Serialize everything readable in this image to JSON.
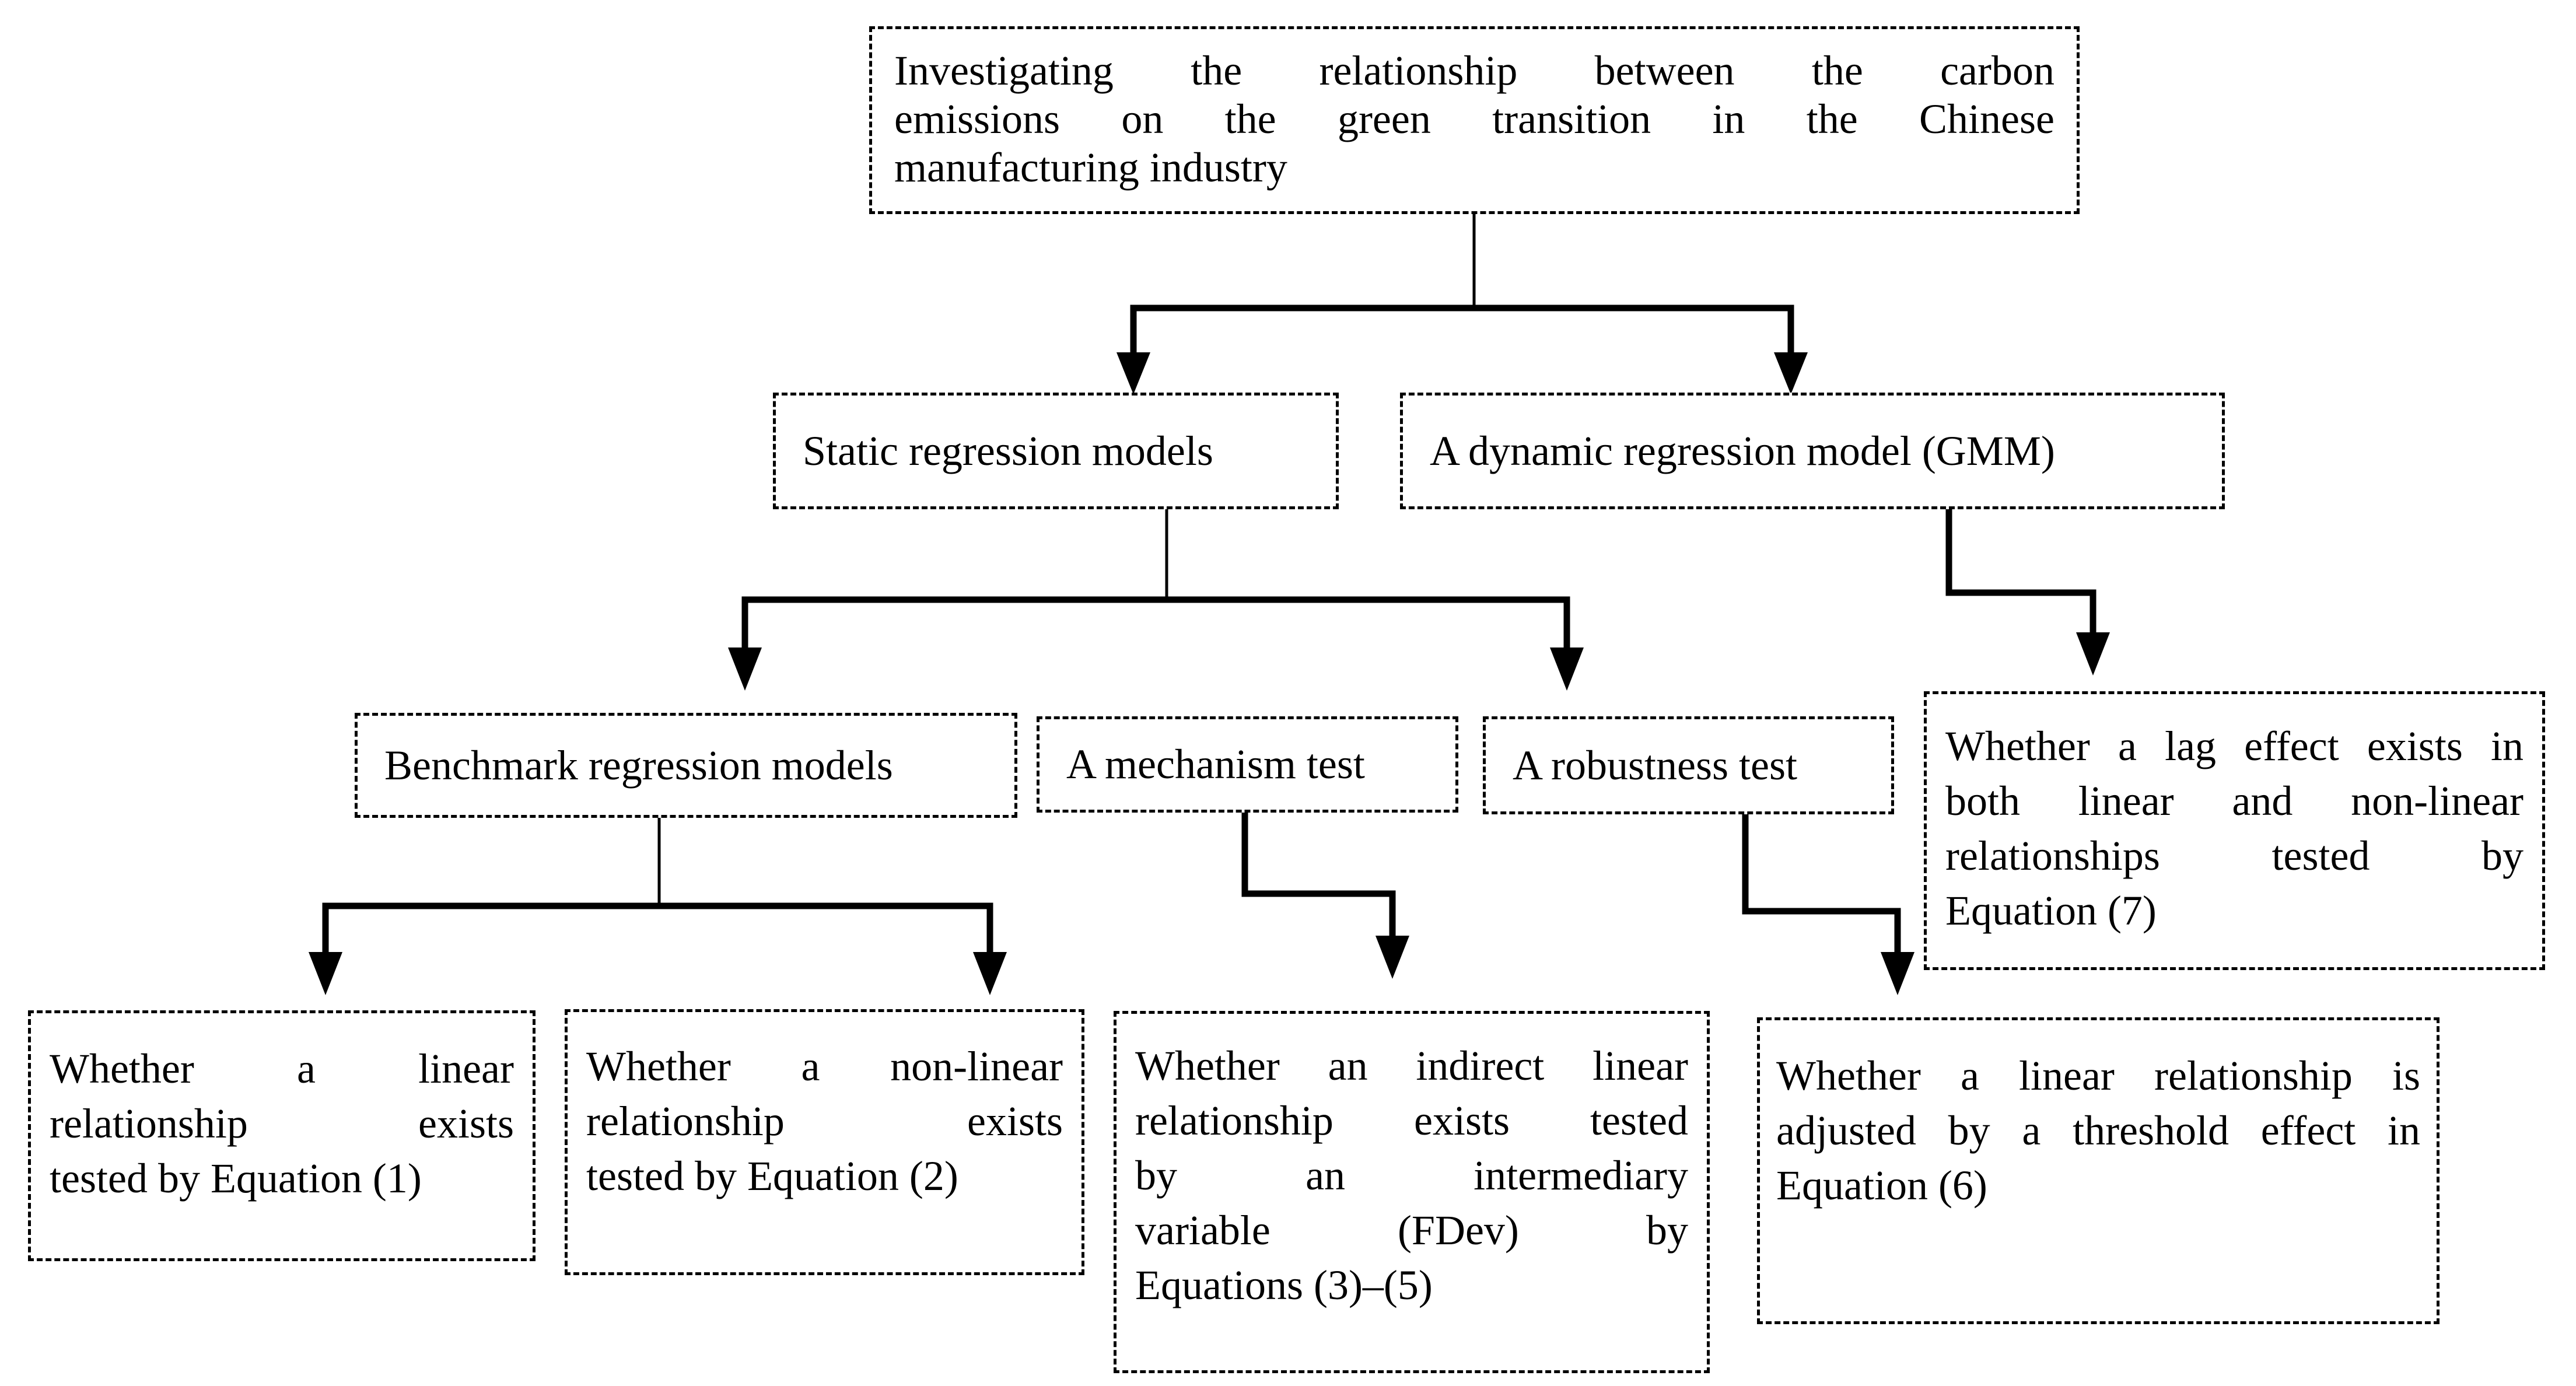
{
  "diagram": {
    "boxes": {
      "title": {
        "lines": [
          "Investigating the relationship between the carbon",
          "emissions on the green transition in the Chinese",
          "manufacturing industry"
        ]
      },
      "static": {
        "label": "Static regression models"
      },
      "gmm": {
        "label": "A dynamic regression model (GMM)"
      },
      "benchmark": {
        "label": "Benchmark regression models"
      },
      "mechanism": {
        "label": "A mechanism test"
      },
      "robustness": {
        "label": "A robustness test"
      },
      "lag": {
        "lines": [
          "Whether a lag effect exists in",
          "both linear and non-linear",
          "relationships tested by",
          "Equation (7)"
        ]
      },
      "eq1": {
        "lines": [
          "Whether a linear",
          "relationship exists",
          "tested by Equation (1)"
        ]
      },
      "eq2": {
        "lines": [
          "Whether a non-linear",
          "relationship exists",
          "tested by Equation (2)"
        ]
      },
      "fdev": {
        "lines": [
          "Whether an indirect linear",
          "relationship exists tested",
          "by an intermediary",
          "variable (FDev) by",
          "Equations (3)–(5)"
        ]
      },
      "threshold": {
        "lines": [
          "Whether a linear relationship is",
          "adjusted by a threshold effect in",
          "Equation (6)"
        ]
      }
    },
    "colors": {
      "ink": "#000000",
      "background": "#ffffff"
    }
  }
}
